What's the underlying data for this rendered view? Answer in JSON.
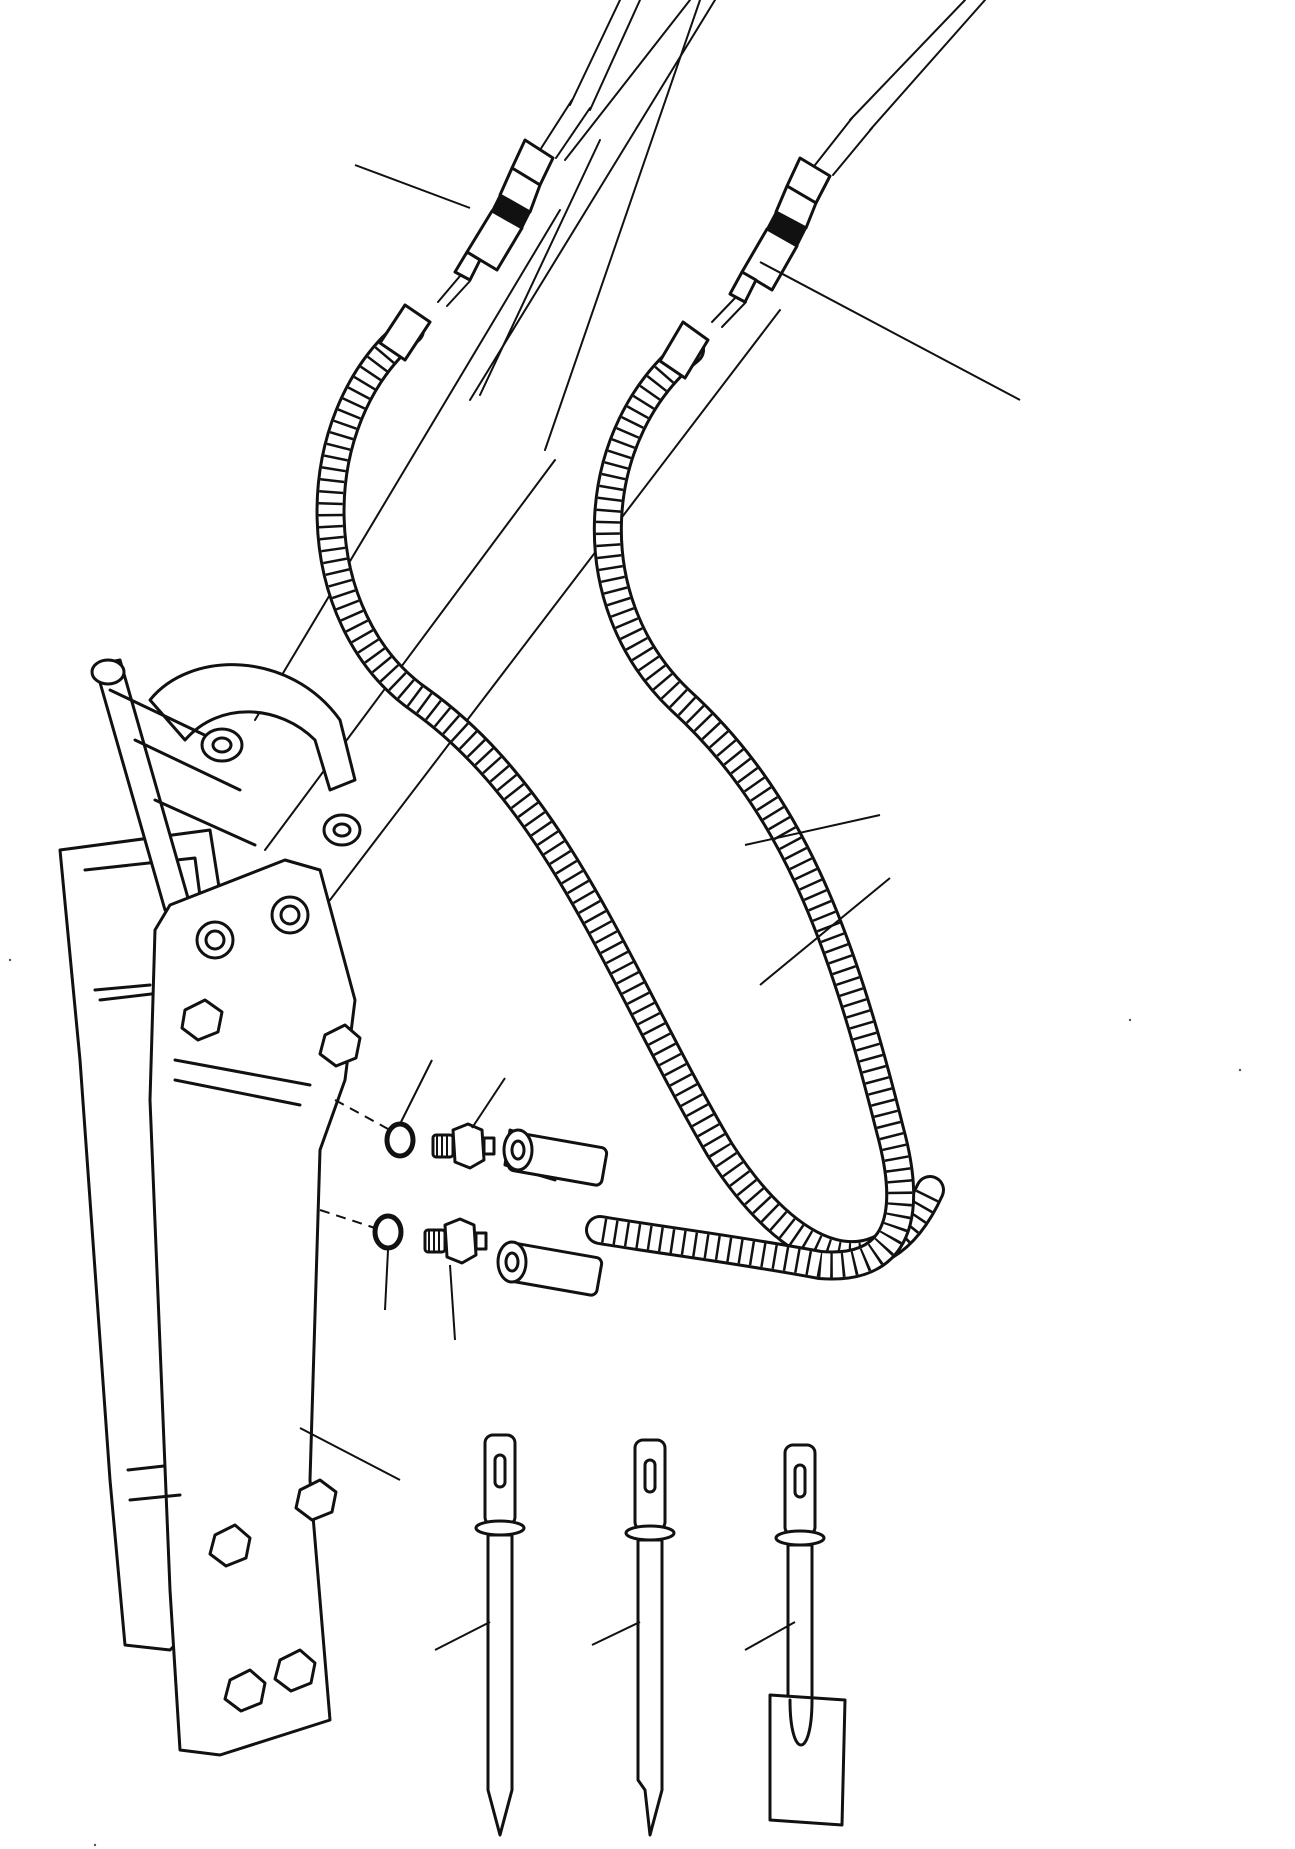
{
  "figure": {
    "type": "exploded parts diagram",
    "line_color": "#111111",
    "background": "#ffffff",
    "parts": [
      {
        "id": "quick-coupler-left",
        "icon": "quick-coupler"
      },
      {
        "id": "quick-coupler-right",
        "icon": "quick-coupler"
      },
      {
        "id": "hose-front",
        "icon": "armored-hose"
      },
      {
        "id": "hose-rear",
        "icon": "armored-hose"
      },
      {
        "id": "o-ring-upper",
        "icon": "o-ring"
      },
      {
        "id": "o-ring-lower",
        "icon": "o-ring"
      },
      {
        "id": "adapter-upper",
        "icon": "threaded-adapter"
      },
      {
        "id": "adapter-lower",
        "icon": "threaded-adapter"
      },
      {
        "id": "hydraulic-breaker",
        "icon": "breaker-body"
      },
      {
        "id": "moil-point-chisel",
        "icon": "pointed-chisel"
      },
      {
        "id": "wedge-chisel",
        "icon": "wedge-chisel"
      },
      {
        "id": "spade-chisel",
        "icon": "spade-chisel"
      }
    ]
  }
}
